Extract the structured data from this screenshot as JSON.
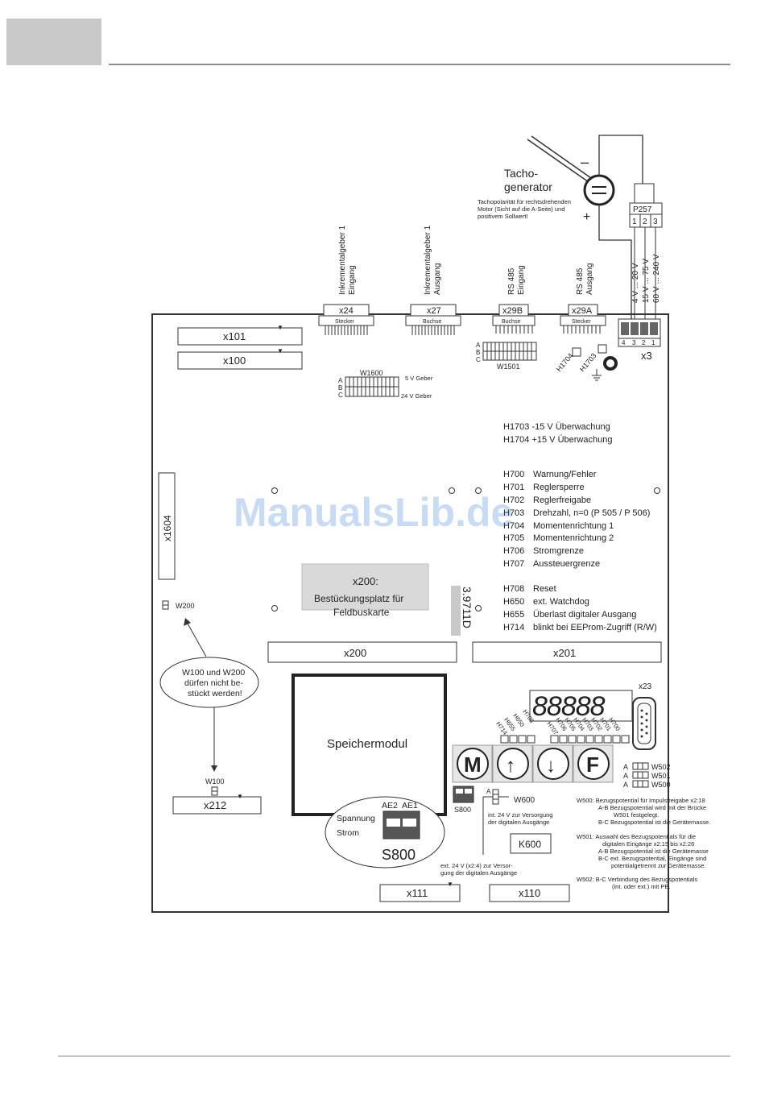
{
  "tacho": {
    "title_line1": "Tacho-",
    "title_line2": "generator",
    "note_lines": [
      "Tachopolarität für rechtsdrehenden",
      "Motor (Sicht auf die A-Seite) und",
      "positivem Sollwert!"
    ],
    "minus": "–",
    "plus": "+"
  },
  "p257": {
    "label": "P257",
    "pins": [
      "1",
      "2",
      "3"
    ],
    "ranges": [
      "4 V ... 20 V",
      "15 V ... 75 V",
      "60 V ... 240 V"
    ]
  },
  "top_connectors": [
    {
      "id": "x24",
      "sub": "Stecker",
      "caption_line1": "Inkrementalgeber 1",
      "caption_line2": "Eingang"
    },
    {
      "id": "x27",
      "sub": "Buchse",
      "caption_line1": "Inkrementalgeber 1",
      "caption_line2": "Ausgang"
    },
    {
      "id": "x29B",
      "sub": "Buchse",
      "caption_line1": "RS 485",
      "caption_line2": "Eingang"
    },
    {
      "id": "x29A",
      "sub": "Stecker",
      "caption_line1": "RS 485",
      "caption_line2": "Ausgang"
    }
  ],
  "x3": {
    "label": "x3",
    "pins": [
      "4",
      "3",
      "2",
      "1"
    ]
  },
  "boxes": {
    "x101": "x101",
    "x100": "x100",
    "x1604": "x1604",
    "x200": "x200",
    "x201": "x201",
    "x212": "x212",
    "x111": "x111",
    "x110": "x110",
    "k600": "K600",
    "x23": "x23",
    "speichermodul": "Speichermodul"
  },
  "w1600": {
    "label": "W1600",
    "rows": [
      "A",
      "B",
      "C"
    ],
    "note_5v": "5 V Geber",
    "note_24v": "24 V Geber"
  },
  "w1501": {
    "label": "W1501",
    "rows": [
      "A",
      "B",
      "C"
    ]
  },
  "leds_top": {
    "h1704": "H1704",
    "h1703": "H1703"
  },
  "monitor_legend": [
    "H1703  -15 V Überwachung",
    "H1704 +15 V Überwachung"
  ],
  "led_legend": [
    {
      "code": "H700",
      "text": "Warnung/Fehler"
    },
    {
      "code": "H701",
      "text": "Reglersperre"
    },
    {
      "code": "H702",
      "text": "Reglerfreigabe"
    },
    {
      "code": "H703",
      "text": "Drehzahl, n=0 (P 505 / P 506)"
    },
    {
      "code": "H704",
      "text": "Momentenrichtung 1"
    },
    {
      "code": "H705",
      "text": "Momentenrichtung 2"
    },
    {
      "code": "H706",
      "text": "Stromgrenze"
    },
    {
      "code": "H707",
      "text": "Aussteuergrenze"
    },
    {
      "code": "H708",
      "text": "Reset"
    },
    {
      "code": "H650",
      "text": "ext. Watchdog"
    },
    {
      "code": "H655",
      "text": "Überlast digitaler Ausgang"
    },
    {
      "code": "H714",
      "text": "blinkt bei EEProm-Zugriff (R/W)"
    }
  ],
  "fieldbus": {
    "title": "x200:",
    "line2": "Bestückungsplatz für",
    "line3": "Feldbuskarte"
  },
  "board_id": "3.9711D",
  "w200": "W200",
  "w100": "W100",
  "bubble_lines": [
    "W100 und W200",
    "dürfen nicht be-",
    "stückt werden!"
  ],
  "seven_seg": "88888",
  "led_row_left": [
    "H714",
    "H655",
    "H650",
    "H708"
  ],
  "led_row_right": [
    "H707",
    "H706",
    "H705",
    "H704",
    "H703",
    "H702",
    "H701",
    "H700"
  ],
  "keys": [
    "M",
    "↑",
    "↓",
    "F"
  ],
  "jumpers": [
    {
      "row": "A",
      "label": "W502"
    },
    {
      "row": "A",
      "label": "W501"
    },
    {
      "row": "A",
      "label": "W500"
    }
  ],
  "s800": {
    "small_label": "S800",
    "big_label": "S800",
    "ae2": "AE2",
    "ae1": "AE1",
    "spannung": "Spannung",
    "strom": "Strom"
  },
  "w600": {
    "label": "W600",
    "row": "A",
    "note_lines": [
      "int. 24 V zur Versorgung",
      "der digitalen Ausgänge"
    ]
  },
  "ext24_lines": [
    "ext. 24 V (x2:4) zur Versor-",
    "gung der digitalen Ausgänge"
  ],
  "w_notes": [
    "W500: Bezugspotential für Impulsfreigabe x2:18",
    "A-B  Bezugspotential wird mit der Brücke",
    "W501 festgelegt.",
    "B-C  Bezugspotential ist die Gerätemasse.",
    "W501: Auswahl des Bezugspotentials für die",
    "digitalen Eingänge x2:15 bis x2:26",
    "A-B Bezugspotential ist die Gerätemasse",
    "B-C ext. Bezugspotential, Eingänge sind",
    "potentialgetrennt zur Gerätemasse.",
    "W502: B-C Verbindung des Bezugspotentials",
    "(int. oder ext.) mit PE."
  ],
  "watermark": "ManualsLib.de"
}
